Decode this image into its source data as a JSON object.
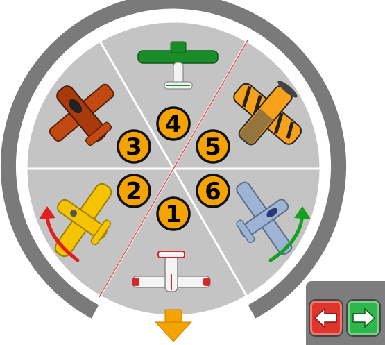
{
  "slots": [
    {
      "label": "1",
      "plane": "white-red-cessna"
    },
    {
      "label": "2",
      "plane": "yellow-monoplane"
    },
    {
      "label": "3",
      "plane": "red-brown-monoplane"
    },
    {
      "label": "4",
      "plane": "green-highwing"
    },
    {
      "label": "5",
      "plane": "orange-black-biplane"
    },
    {
      "label": "6",
      "plane": "blue-grey-monoplane"
    }
  ],
  "colors": {
    "ring": "#7a7a7a",
    "sector": "#c4c4c4",
    "badge": "#f5a300",
    "rotate_left_arrow": "#e02020",
    "rotate_right_arrow": "#14a020",
    "output_arrow": "#f5a300",
    "prev_button": "#e0342c",
    "next_button": "#2fb64a"
  },
  "icons": {
    "prev": "arrow-left-icon",
    "next": "arrow-right-icon",
    "rotate_ccw": "rotate-left-icon",
    "rotate_cw": "rotate-right-icon",
    "output": "arrow-down-icon"
  }
}
